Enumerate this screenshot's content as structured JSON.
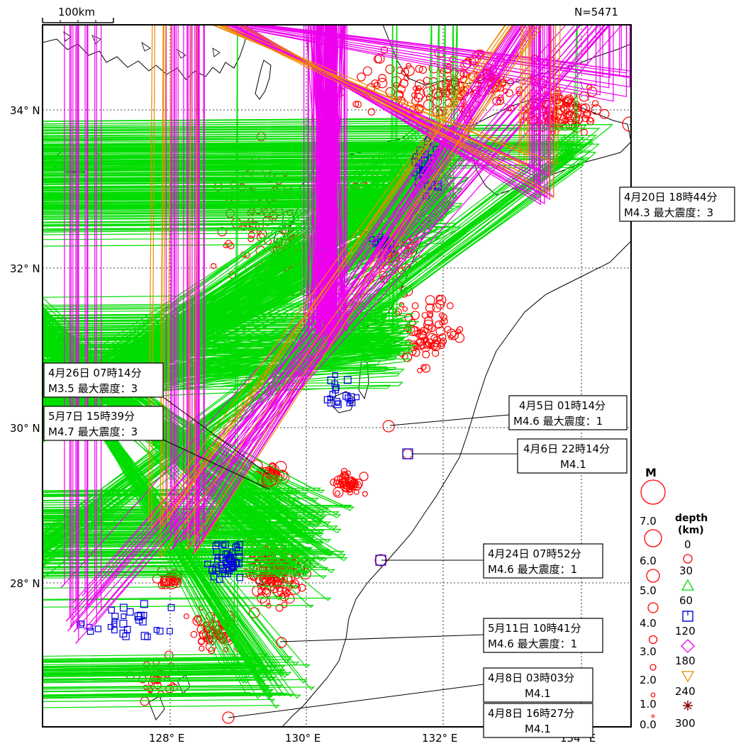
{
  "scale_bar": {
    "label": "100km"
  },
  "count_label": "N=5471",
  "lat_labels": [
    "34° N",
    "32° N",
    "30° N",
    "28° N"
  ],
  "lon_labels": [
    "128° E",
    "130° E",
    "132° E",
    "134° E"
  ],
  "colors": {
    "shallow": "#ff0000",
    "d30_60": "#00dd00",
    "d60_120": "#0000dd",
    "d120_180": "#ee00ee",
    "d180_240": "#ee8800",
    "d240_300": "#880000"
  },
  "callouts": [
    {
      "line1": "4月20日 18時44分",
      "line2": "M4.3 最大震度：3"
    },
    {
      "line1": "4月26日 07時14分",
      "line2": "M3.5 最大震度：3"
    },
    {
      "line1": "5月7日 15時39分",
      "line2": "M4.7 最大震度：3"
    },
    {
      "line1": "4月5日 01時14分",
      "line2": "M4.6 最大震度：1"
    },
    {
      "line1": "4月6日 22時14分",
      "line2": "M4.1"
    },
    {
      "line1": "4月24日 07時52分",
      "line2": "M4.6 最大震度：1"
    },
    {
      "line1": "5月11日 10時41分",
      "line2": "M4.6 最大震度：1"
    },
    {
      "line1": "4月8日 03時03分",
      "line2": "M4.1"
    },
    {
      "line1": "4月8日 16時27分",
      "line2": "M4.1"
    }
  ],
  "legend": {
    "m_title": "M",
    "magnitudes": [
      "7.0",
      "6.0",
      "5.0",
      "4.0",
      "3.0",
      "2.0",
      "1.0",
      "0.0"
    ],
    "depth_title_1": "depth",
    "depth_title_2": "(km)",
    "depths": [
      "0",
      "30",
      "60",
      "120",
      "180",
      "240",
      "300"
    ]
  }
}
